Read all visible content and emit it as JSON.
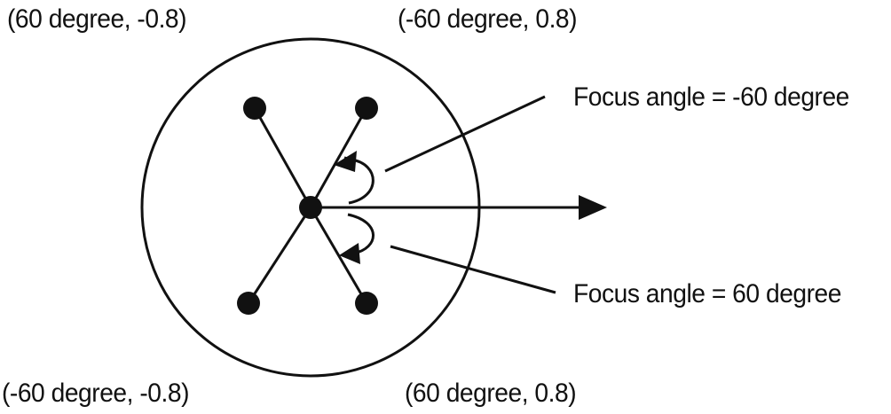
{
  "labels": {
    "top_left": "(60 degree, -0.8)",
    "top_right": "(-60 degree, 0.8)",
    "bottom_left": "(-60 degree, -0.8)",
    "bottom_right": "(60 degree, 0.8)"
  },
  "annotations": {
    "focus_negative": "Focus angle = -60 degree",
    "focus_positive": "Focus angle = 60 degree"
  },
  "colors": {
    "ink": "#111111",
    "background": "#ffffff"
  }
}
